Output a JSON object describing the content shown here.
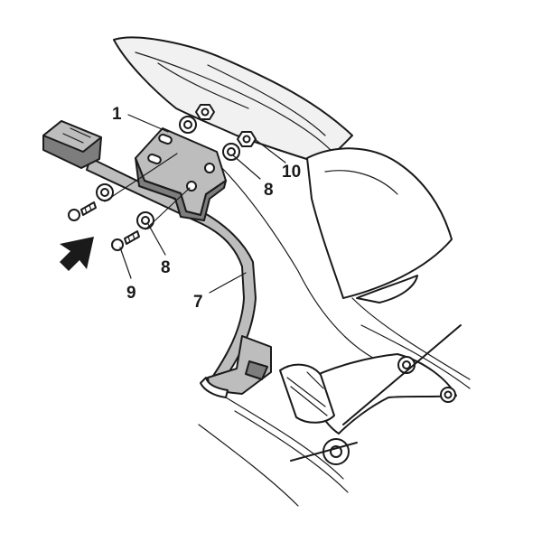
{
  "callouts": {
    "c1": "1",
    "c7": "7",
    "c8a": "8",
    "c8b": "8",
    "c9": "9",
    "c10": "10"
  },
  "colors": {
    "ink": "#1a1a1a",
    "part_fill": "#bdbdbd",
    "part_shadow": "#7d7d7d",
    "body_fill": "#f1f1f1"
  },
  "icons": {
    "direction_arrow": "arrow-icon"
  }
}
